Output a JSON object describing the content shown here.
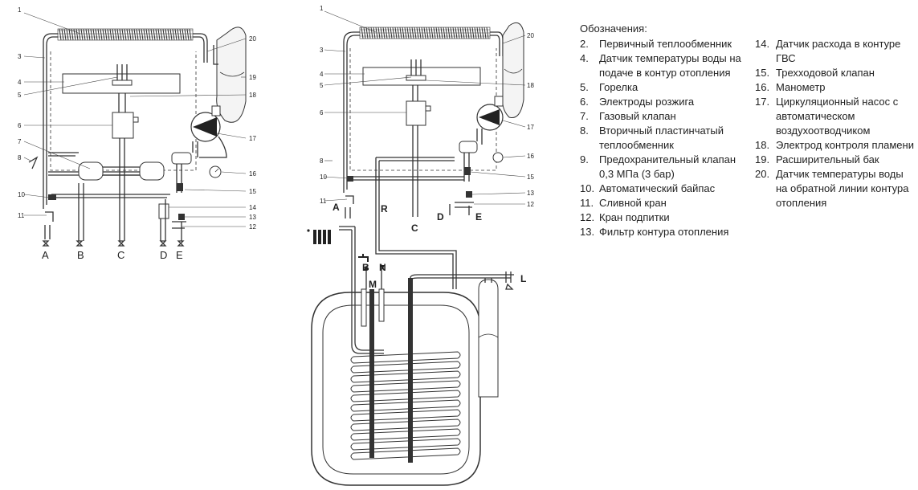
{
  "legend": {
    "title": "Обозначения:",
    "items_left": [
      {
        "n": "2.",
        "text": "Первичный теплообменник"
      },
      {
        "n": "4.",
        "text": "Датчик температуры воды на подаче в контур отопления"
      },
      {
        "n": "5.",
        "text": "Горелка"
      },
      {
        "n": "6.",
        "text": "Электроды розжига"
      },
      {
        "n": "7.",
        "text": "Газовый клапан"
      },
      {
        "n": "8.",
        "text": "Вторичный пластинчатый теплообменник"
      },
      {
        "n": "9.",
        "text": "Предохранительный клапан 0,3 МПа (3 бар)"
      },
      {
        "n": "10.",
        "text": "Автоматический байпас"
      },
      {
        "n": "11.",
        "text": "Сливной кран"
      },
      {
        "n": "12.",
        "text": "Кран подпитки"
      },
      {
        "n": "13.",
        "text": "Фильтр контура отопления"
      }
    ],
    "items_right": [
      {
        "n": "14.",
        "text": "Датчик расхода в контуре ГВС"
      },
      {
        "n": "15.",
        "text": "Трехходовой клапан"
      },
      {
        "n": "16.",
        "text": "Манометр"
      },
      {
        "n": "17.",
        "text": "Циркуляционный насос с автоматическом воздухоотводчиком"
      },
      {
        "n": "18.",
        "text": "Электрод контроля пламени"
      },
      {
        "n": "19.",
        "text": "Расширительный бак"
      },
      {
        "n": "20.",
        "text": "Датчик температуры воды на обратной линии контура отопления"
      }
    ]
  },
  "left_diagram": {
    "callouts": [
      "1",
      "3",
      "4",
      "5",
      "6",
      "7",
      "8",
      "10",
      "11",
      "20",
      "19",
      "18",
      "17",
      "16",
      "15",
      "14",
      "13",
      "12"
    ],
    "connections": [
      "A",
      "B",
      "C",
      "D",
      "E"
    ]
  },
  "right_diagram": {
    "callouts": [
      "1",
      "3",
      "4",
      "5",
      "6",
      "8",
      "10",
      "11",
      "20",
      "18",
      "17",
      "16",
      "15",
      "13",
      "12"
    ],
    "connections": [
      "A",
      "R",
      "C",
      "D",
      "E",
      "B",
      "M",
      "N",
      "L"
    ]
  }
}
